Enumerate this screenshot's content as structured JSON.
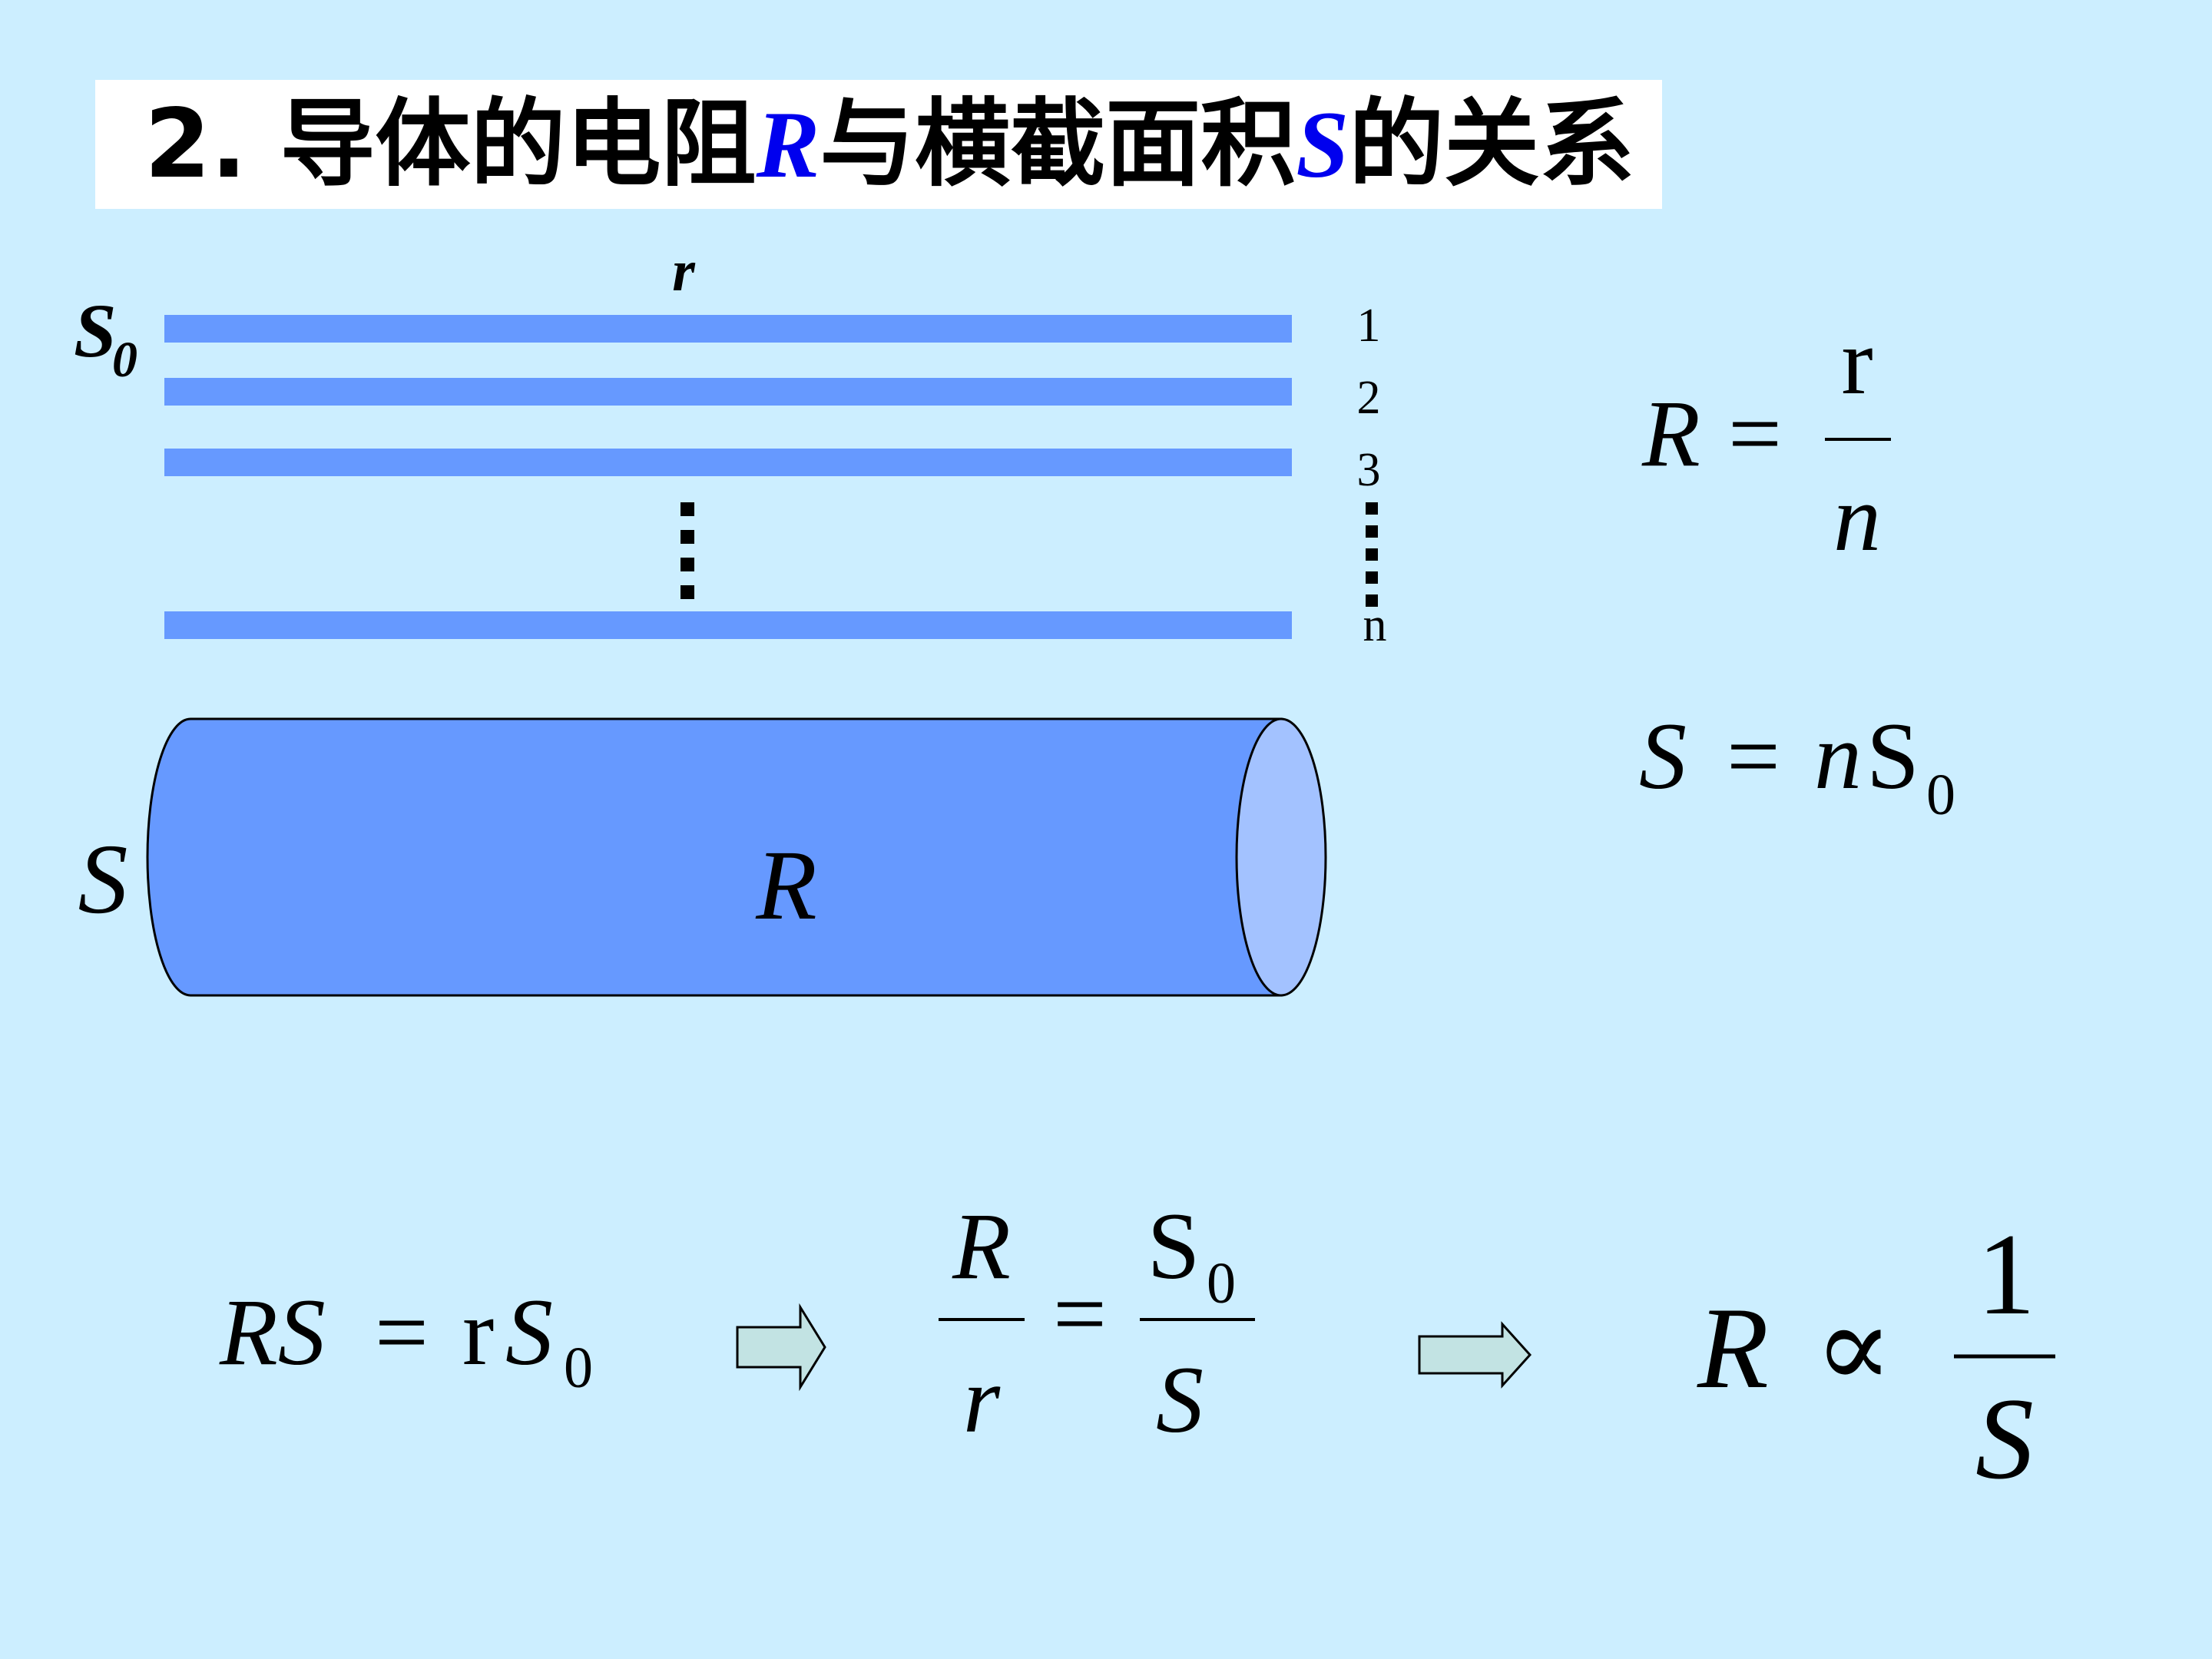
{
  "title": {
    "prefix": "2. 导体的电阻",
    "var_r": "R",
    "middle": "与横截面积",
    "var_s": "S",
    "suffix": "的关系"
  },
  "diagram": {
    "strip_length_label": "r",
    "strip_area_label": "S",
    "strip_area_subscript": "0",
    "strip_numbers": [
      "1",
      "2",
      "3",
      "n"
    ],
    "cylinder_area_label": "S",
    "cylinder_resistance_label": "R",
    "colors": {
      "strip": "#6699ff",
      "cylinder": "#6699ff",
      "cylinder_end": "#a3c2ff",
      "arrow_fill": "#c2e3e3"
    }
  },
  "formulas": {
    "f1": {
      "lhs": "R",
      "eq": "=",
      "num": "r",
      "den": "n"
    },
    "f2": {
      "lhs": "S",
      "eq": "=",
      "coef": "n",
      "s": "S",
      "sub": "0"
    },
    "f3": {
      "lhs": "RS",
      "eq": "=",
      "r": "r",
      "s": "S",
      "sub": "0"
    },
    "f4": {
      "num1": "R",
      "den1": "r",
      "eq": "=",
      "num2_s": "S",
      "num2_sub": "0",
      "den2": "S"
    },
    "f5": {
      "lhs": "R",
      "prop": "∝",
      "num": "1",
      "den": "S"
    }
  }
}
